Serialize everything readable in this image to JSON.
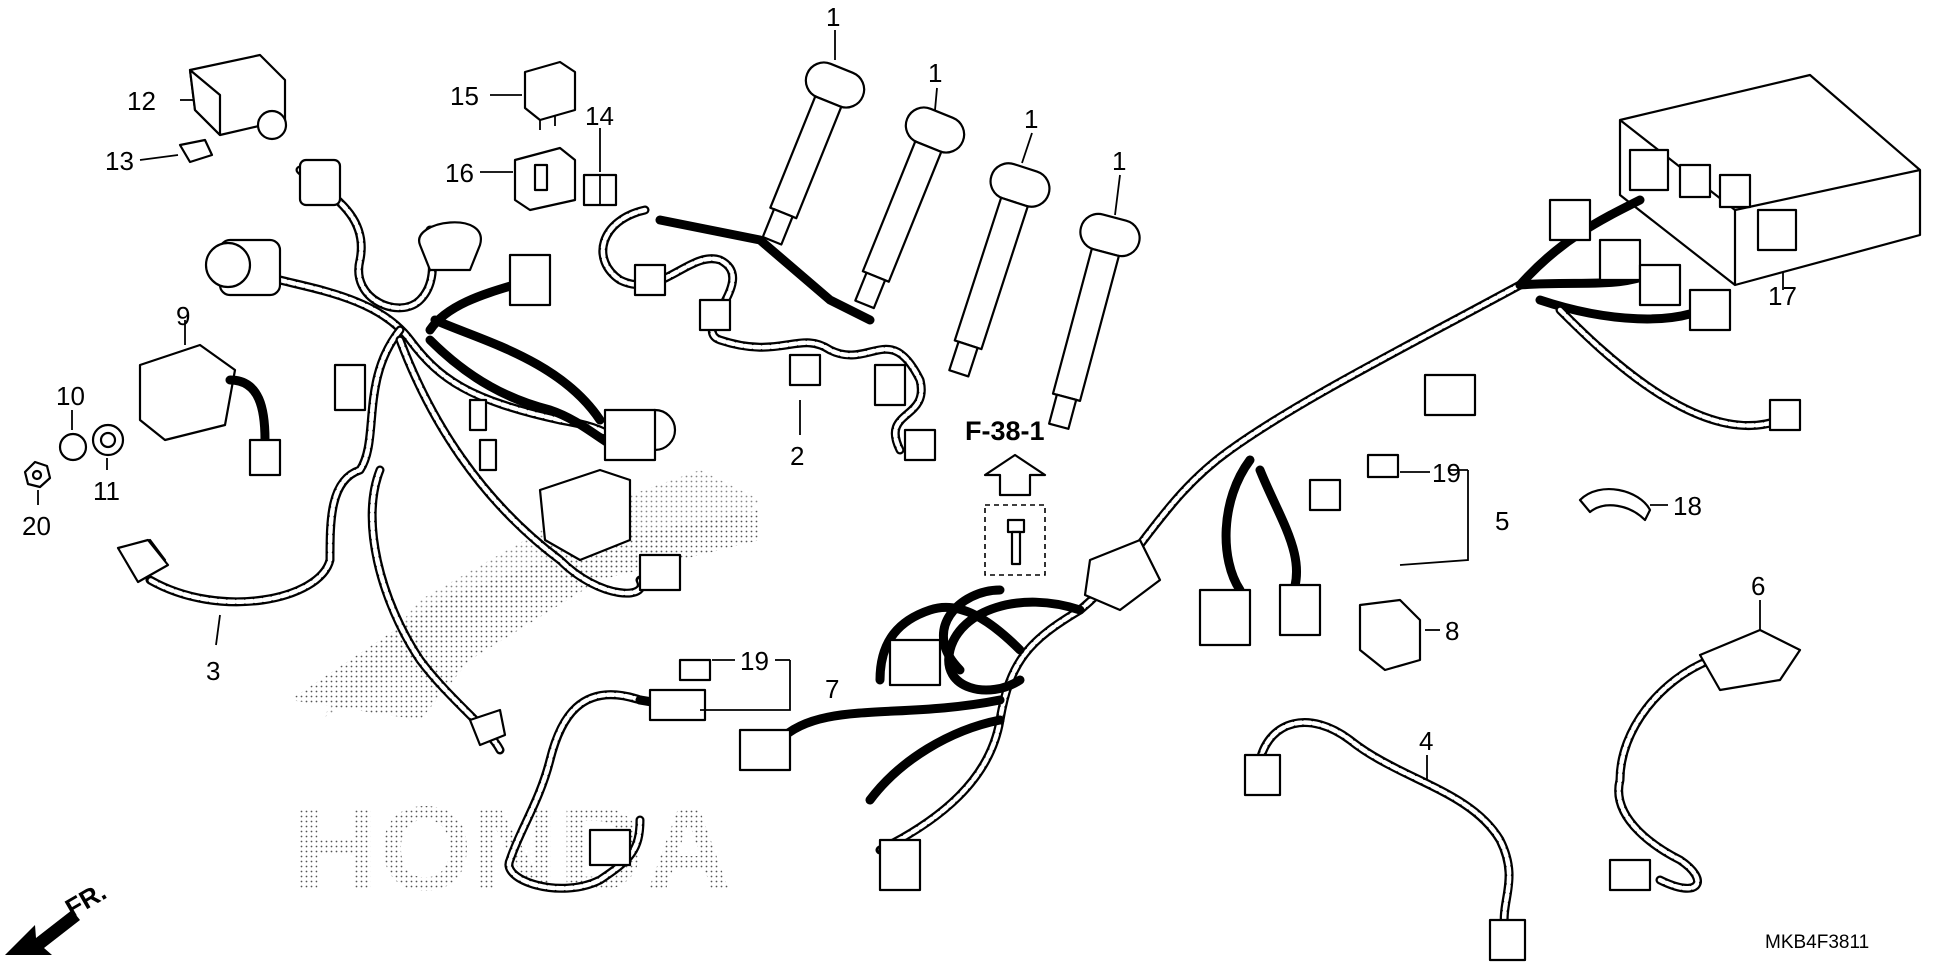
{
  "diagram": {
    "diagram_code": "MKB4F3811",
    "reference": "F-38-1",
    "front_marker": "FR.",
    "watermark": "HONDA",
    "callouts": [
      {
        "id": "c1a",
        "text": "1"
      },
      {
        "id": "c1b",
        "text": "1"
      },
      {
        "id": "c1c",
        "text": "1"
      },
      {
        "id": "c1d",
        "text": "1"
      },
      {
        "id": "c2",
        "text": "2"
      },
      {
        "id": "c3",
        "text": "3"
      },
      {
        "id": "c4",
        "text": "4"
      },
      {
        "id": "c5",
        "text": "5"
      },
      {
        "id": "c6",
        "text": "6"
      },
      {
        "id": "c7",
        "text": "7"
      },
      {
        "id": "c8",
        "text": "8"
      },
      {
        "id": "c9",
        "text": "9"
      },
      {
        "id": "c10",
        "text": "10"
      },
      {
        "id": "c11",
        "text": "11"
      },
      {
        "id": "c12",
        "text": "12"
      },
      {
        "id": "c13",
        "text": "13"
      },
      {
        "id": "c14",
        "text": "14"
      },
      {
        "id": "c15",
        "text": "15"
      },
      {
        "id": "c16",
        "text": "16"
      },
      {
        "id": "c17",
        "text": "17"
      },
      {
        "id": "c18",
        "text": "18"
      },
      {
        "id": "c19a",
        "text": "19"
      },
      {
        "id": "c19b",
        "text": "19"
      },
      {
        "id": "c20",
        "text": "20"
      }
    ]
  }
}
